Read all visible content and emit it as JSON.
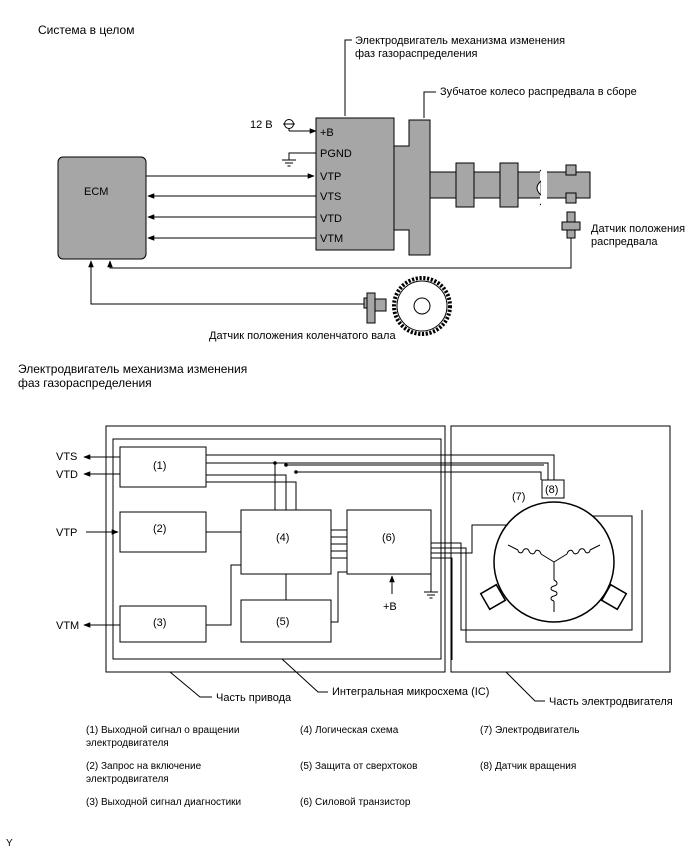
{
  "top": {
    "title": "Система в целом",
    "vvt_motor_line1": "Электродвигатель механизма изменения",
    "vvt_motor_line2": "фаз газораспределения",
    "gear_label": "Зубчатое колесо распредвала в сборе",
    "ecm": "ECM",
    "supply_12v": "12 В",
    "pins": [
      "+B",
      "PGND",
      "VTP",
      "VTS",
      "VTD",
      "VTM"
    ],
    "cam_sensor_line1": "Датчик положения",
    "cam_sensor_line2": "распредвала",
    "crank_sensor": "Датчик положения коленчатого вала"
  },
  "bottom": {
    "title_line1": "Электродвигатель механизма изменения",
    "title_line2": "фаз газораспределения",
    "signals": [
      "VTS",
      "VTD",
      "VTP",
      "VTM"
    ],
    "blocks": [
      "(1)",
      "(2)",
      "(3)",
      "(4)",
      "(5)",
      "(6)",
      "(7)",
      "(8)"
    ],
    "plus_b": "+B",
    "drive_part": "Часть привода",
    "ic_label": "Интегральная микросхема (IC)",
    "motor_part": "Часть электродвигателя"
  },
  "legend": {
    "l1a": "(1) Выходной сигнал о вращении",
    "l1b": "электродвигателя",
    "l2a": "(2) Запрос на включение",
    "l2b": "электродвигателя",
    "l3": "(3) Выходной сигнал диагностики",
    "l4": "(4) Логическая схема",
    "l5": "(5) Защита от сверхтоков",
    "l6": "(6) Силовой транзистор",
    "l7": "(7) Электродвигатель",
    "l8": "(8) Датчик вращения"
  },
  "footer_mark": "Y"
}
